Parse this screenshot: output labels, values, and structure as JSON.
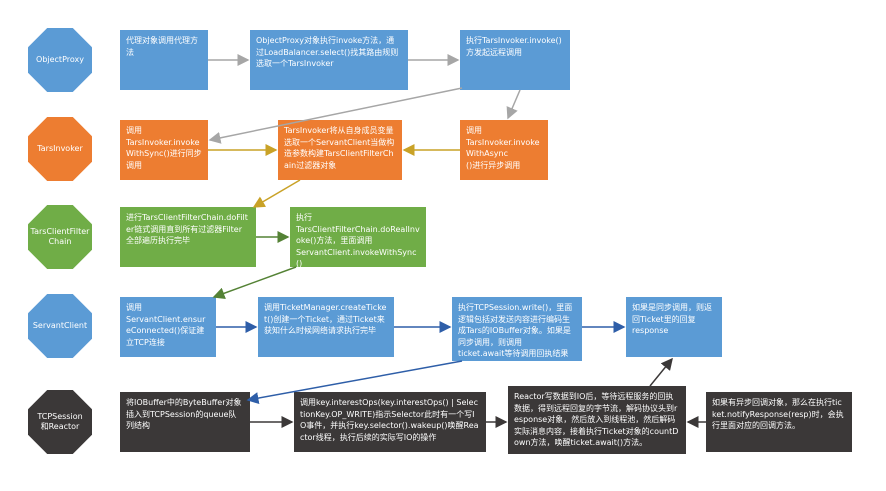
{
  "lanes": [
    {
      "label": "ObjectProxy",
      "color": "#5b9bd5"
    },
    {
      "label": "TarsInvoker",
      "color": "#ed7d31"
    },
    {
      "label": "TarsClientFilter\nChain",
      "color": "#70ad47"
    },
    {
      "label": "ServantClient",
      "color": "#5b9bd5"
    },
    {
      "label": "TCPSession\n和Reactor",
      "color": "#3b3838"
    }
  ],
  "steps": {
    "op1": "代理对象调用代理方法",
    "op2": "ObjectProxy对象执行invoke方法，通过LoadBalancer.select()找其路由规则选取一个TarsInvoker",
    "op3": "执行TarsInvoker.invoke()方发起远程调用",
    "ti1": "调用\nTarsInvoker.invokeWithSync()进行同步调用",
    "ti2": "TarsInvoker将从自身成员变量选取一个ServantClient当做构造参数构建TarsClientFilterChain过滤器对象",
    "ti3": "调用\nTarsInvoker.invokeWithAsync\n()进行异步调用",
    "fc1": "进行TarsClientFilterChain.doFilter链式调用直到所有过滤器Filter全部遍历执行完毕",
    "fc2": "执行\nTarsClientFilterChain.doRealInvoke()方法，里面调用\nServantClient.invokeWithSync()",
    "sc1": "调用\nServantClient.ensureConnected()保证建立TCP连接",
    "sc2": "调用TicketManager.createTicket()创建一个Ticket，通过Ticket来获知什么时候网络请求执行完毕",
    "sc3": "执行TCPSession.write()，里面逻辑包括对发送内容进行编码生成Tars的IOBuffer对象。如果是同步调用，则调用\nticket.await等待调用回执结果",
    "sc4": "如果是同步调用，则返回Ticket里的回复\nresponse",
    "tr1": "将IOBuffer中的ByteBuffer对象插入到TCPSession的queue队列结构",
    "tr2": "调用key.interestOps(key.interestOps() | SelectionKey.OP_WRITE)指示Selector此时有一个写IO事件，并执行key.selector().wakeup()唤醒Reactor线程，执行后续的实际写IO的操作",
    "tr3": "Reactor写数据到IO后，等待远程服务的回执数据，得到远程回复的字节流，解码协议头到response对象，然后放入到线程池，然后解码实际消息内容，接着执行Ticket对象的countDown方法，唤醒ticket.await()方法。",
    "tr4": "如果有异步回调对象，那么在执行ticket.notifyResponse(resp)时，会执行里面对应的回调方法。"
  }
}
